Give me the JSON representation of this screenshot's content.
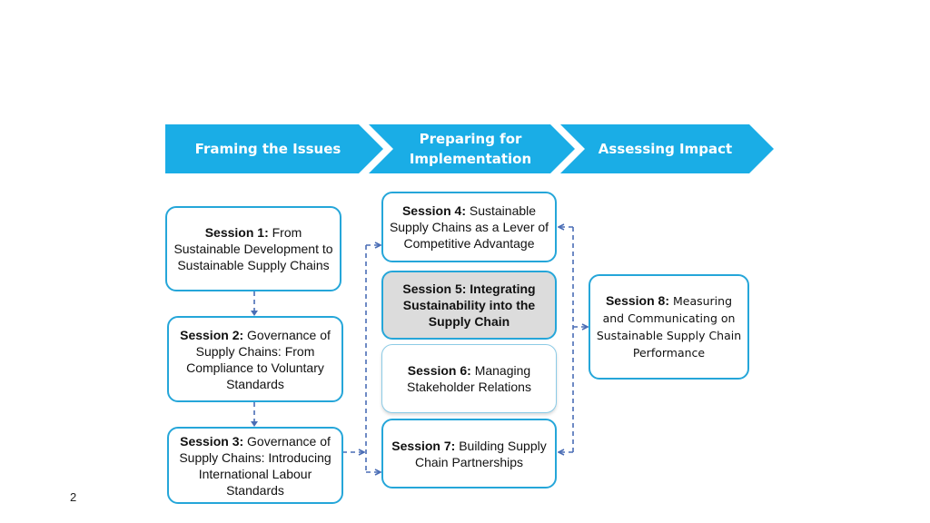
{
  "colors": {
    "banner": "#1aade6",
    "box_border": "#25a6d9",
    "highlight_fill": "#dcdcdc",
    "connector": "#4a6db5"
  },
  "phases": [
    {
      "label": "Framing the Issues"
    },
    {
      "label": "Preparing for Implementation"
    },
    {
      "label": "Assessing Impact"
    }
  ],
  "sessions": [
    {
      "title": "Session 1:",
      "body": " From Sustainable Development to Sustainable Supply Chains"
    },
    {
      "title": "Session 2:",
      "body": " Governance of Supply Chains: From Compliance to Voluntary Standards"
    },
    {
      "title": "Session 3:",
      "body": " Governance of Supply Chains: Introducing International Labour Standards"
    },
    {
      "title": "Session 4:",
      "body": " Sustainable Supply Chains as a Lever of Competitive Advantage"
    },
    {
      "title": "Session 5:",
      "body": " Integrating Sustainability into the Supply Chain"
    },
    {
      "title": "Session 6:",
      "body": " Managing Stakeholder Relations"
    },
    {
      "title": "Session 7:",
      "body": " Building Supply Chain Partnerships"
    },
    {
      "title": "Session 8:",
      "body": " Measuring and Communicating on Sustainable Supply Chain Performance"
    }
  ],
  "page_number": "2"
}
